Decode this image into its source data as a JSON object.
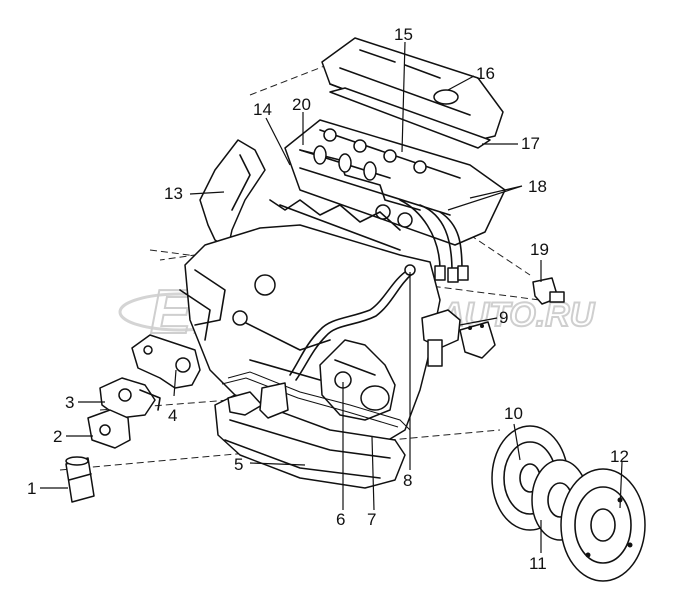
{
  "diagram": {
    "watermark_main": "ELCATS",
    "watermark_suffix": "AUTO.RU",
    "callouts": {
      "c1": "1",
      "c2": "2",
      "c3": "3",
      "c4": "4",
      "c5": "5",
      "c6": "6",
      "c7": "7",
      "c8": "8",
      "c9": "9",
      "c10": "10",
      "c11": "11",
      "c12": "12",
      "c13": "13",
      "c14": "14",
      "c15": "15",
      "c16": "16",
      "c17": "17",
      "c18": "18",
      "c19": "19",
      "c20": "20"
    }
  }
}
